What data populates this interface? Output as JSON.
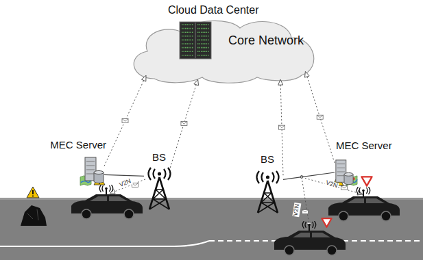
{
  "diagram": {
    "nodes": [
      {
        "text": [
          "Cloud Data Center",
          "Core Network"
        ]
      },
      {
        "text": [
          "MEC Server"
        ]
      },
      {
        "text": [
          "BS"
        ]
      },
      {
        "text": [
          "BS"
        ]
      },
      {
        "text": [
          "MEC Server"
        ]
      }
    ],
    "edges": [
      {
        "from": 1,
        "to": 0,
        "arrow": "to"
      },
      {
        "from": 2,
        "to": 0,
        "arrow": "to"
      },
      {
        "from": 3,
        "to": 0,
        "arrow": "to"
      },
      {
        "from": 4,
        "to": 0,
        "arrow": "to"
      },
      {
        "from": 1,
        "to": 2,
        "arrow": "none"
      },
      {
        "from": 3,
        "to": 4,
        "arrow": "none"
      }
    ],
    "labels": [
      "V2N",
      "V2N",
      "V2N"
    ]
  }
}
